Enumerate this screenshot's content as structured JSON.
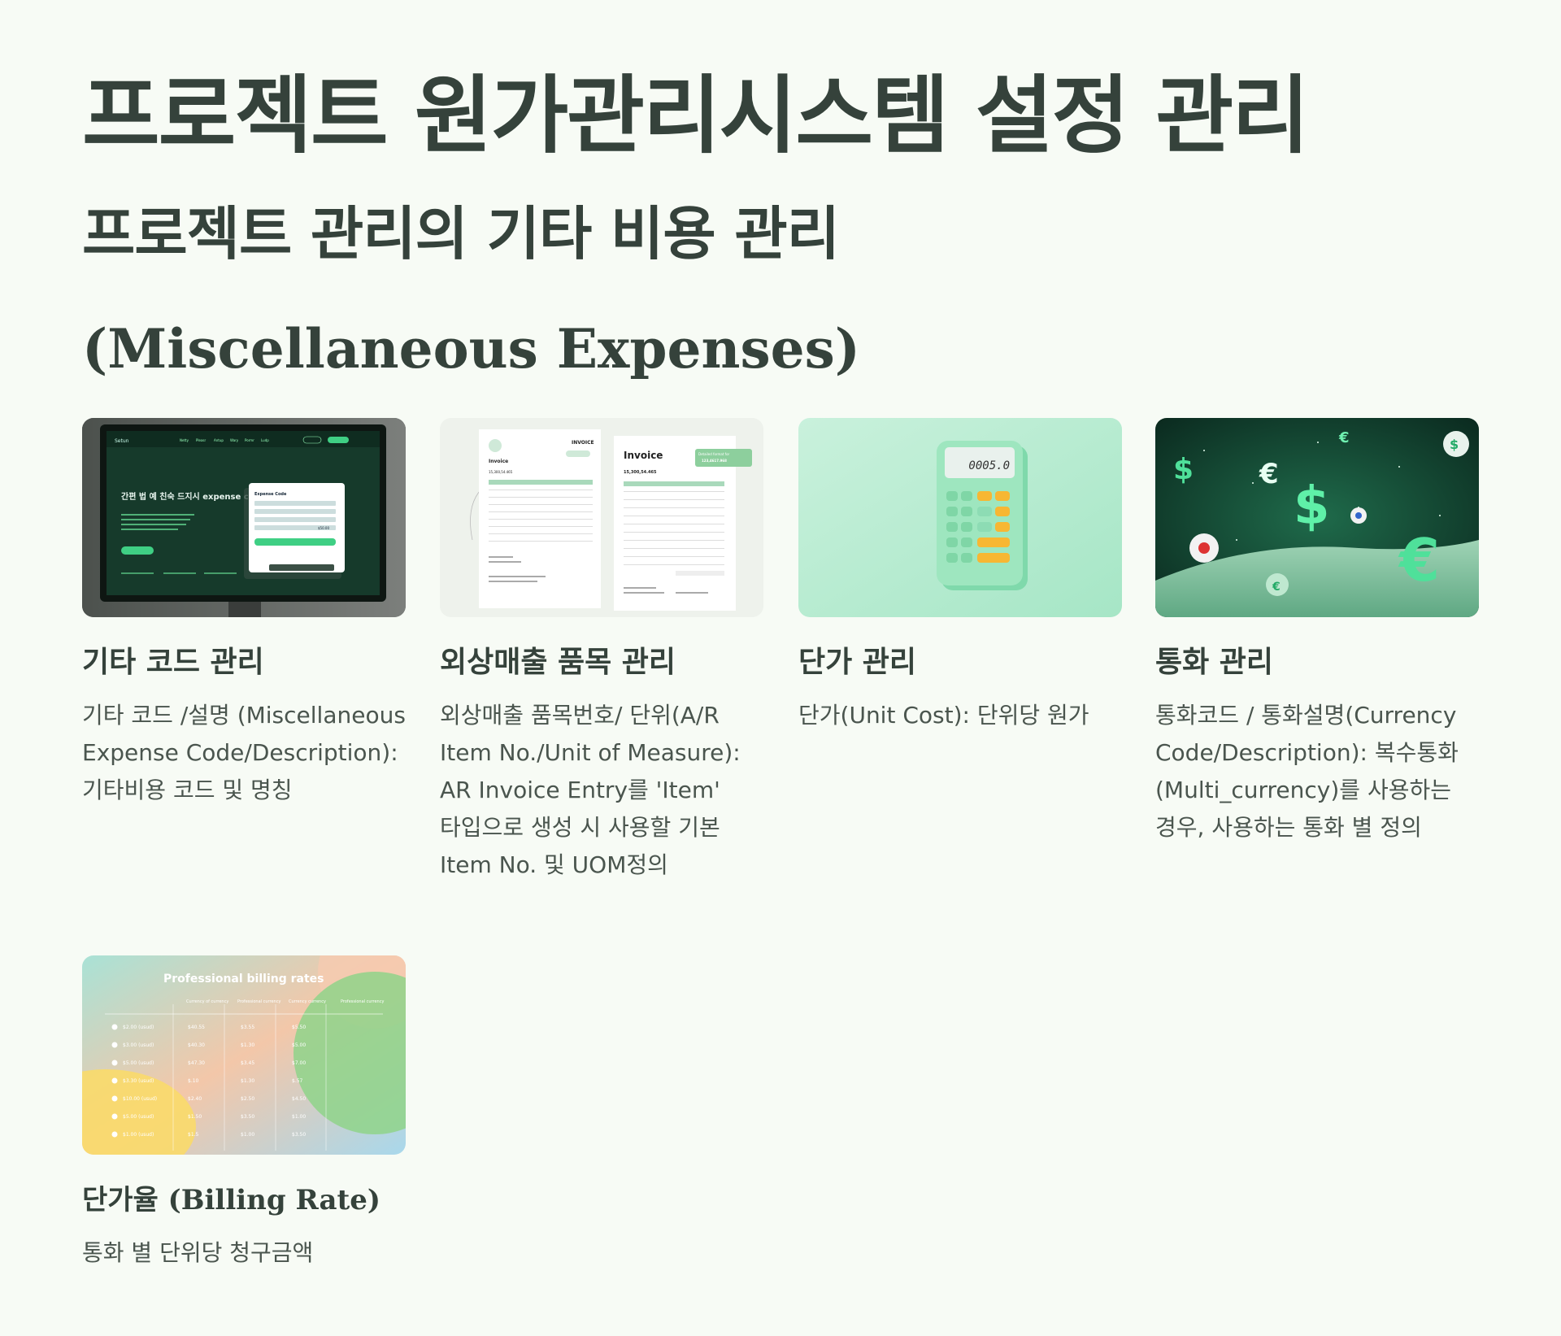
{
  "page": {
    "title": "프로젝트 원가관리시스템 설정 관리",
    "subtitle_ko": "프로젝트 관리의 기타 비용 관리",
    "subtitle_en": "(Miscellaneous Expenses)"
  },
  "cards": [
    {
      "title": "기타 코드 관리",
      "desc": "기타 코드 /설명 (Miscellaneous Expense Code/Description): 기타비용 코드 및 명칭",
      "image": {
        "nav_logo": "Setun",
        "headline": "간편 법 예 친숙 드지시 expense code 편잡",
        "panel_title": "Expense Code",
        "panel_value": "$50.00"
      }
    },
    {
      "title": "외상매출 품목 관리",
      "desc": "외상매출 품목번호/ 단위(A/R Item No./Unit of Measure): AR Invoice Entry를 'Item' 타입으로 생성 시 사용할 기본 Item No. 및 UOM정의",
      "image": {
        "doc1_label": "INVOICE",
        "doc1_heading": "Invoice",
        "doc1_amount": "15,300,54.465",
        "doc2_heading": "Invoice",
        "doc2_amount": "15,300,54.465",
        "badge_line1": "Detailed format for",
        "badge_line2": "123,4617.968"
      }
    },
    {
      "title": "단가 관리",
      "desc": "단가(Unit Cost): 단위당 원가",
      "image": {
        "display_value": "0005.0"
      }
    },
    {
      "title": "통화 관리",
      "desc": "통화코드 / 통화설명(Currency Code/Description): 복수통화 (Multi_currency)를 사용하는 경우, 사용하는 통화 별 정의",
      "image": {
        "symbols": [
          "$",
          "€",
          "$",
          "€",
          "€",
          "$",
          "€"
        ]
      }
    },
    {
      "title": "단가율 (Billing Rate)",
      "desc": "통화 별 단위당 청구금액",
      "image": {
        "heading": "Professional billing rates",
        "columns": [
          "Currency of currency",
          "Professional currency",
          "Currency currency",
          "Professional currency"
        ],
        "rows": [
          [
            "$2.00 (usud)",
            "$40.55",
            "$3.55",
            "$5.50"
          ],
          [
            "$3.00 (usud)",
            "$40.30",
            "$1.30",
            "$5.00"
          ],
          [
            "$5.00 (usud)",
            "$47.30",
            "$3.45",
            "$7.00"
          ],
          [
            "$3.30 (usud)",
            "$.10",
            "$1.30",
            "$.57"
          ],
          [
            "$10.00 (usud)",
            "$2.40",
            "$2.50",
            "$4.50"
          ],
          [
            "$5.00 (usud)",
            "$1.50",
            "$3.50",
            "$1.00"
          ],
          [
            "$1.00 (usud)",
            "$1.5",
            "$1.00",
            "$3.50"
          ]
        ]
      }
    }
  ],
  "colors": {
    "background": "#f7fbf5",
    "heading": "#35423b",
    "accent_green": "#3fcf84",
    "mint": "#b9ecd3"
  }
}
